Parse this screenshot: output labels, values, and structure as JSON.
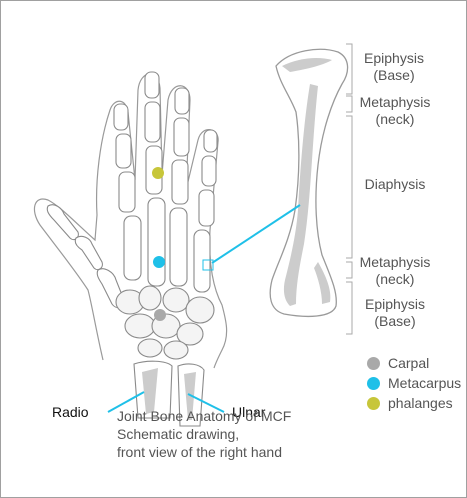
{
  "bone_labels": {
    "epiphysis_top_1": "Epiphysis",
    "epiphysis_top_2": "(Base)",
    "metaphysis_top_1": "Metaphysis",
    "metaphysis_top_2": "(neck)",
    "diaphysis": "Diaphysis",
    "metaphysis_bottom_1": "Metaphysis",
    "metaphysis_bottom_2": "(neck)",
    "epiphysis_bottom_1": "Epiphysis",
    "epiphysis_bottom_2": "(Base)"
  },
  "legend": [
    {
      "label": "Carpal",
      "color": "#a9a9a9"
    },
    {
      "label": "Metacarpus",
      "color": "#1fc0e8"
    },
    {
      "label": "phalanges",
      "color": "#c7c63a"
    }
  ],
  "side_labels": {
    "radio": "Radio",
    "ulnar": "Ulnar"
  },
  "caption": {
    "line1": "Joint Bone Anatomy of MCF",
    "line2": "Schematic drawing,",
    "line3": "front view of the right hand"
  },
  "colors": {
    "line": "#1fc0e8",
    "bone_shade": "#cccccc",
    "outline": "#9a9a9a"
  }
}
